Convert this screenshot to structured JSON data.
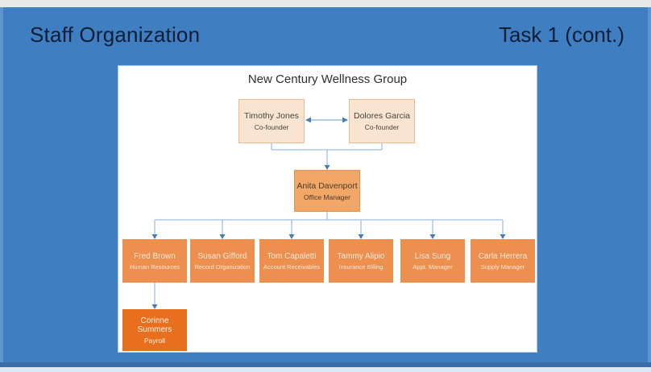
{
  "slide": {
    "title": "Staff Organization",
    "task_label": "Task 1 (cont.)"
  },
  "org_chart": {
    "title": "New Century Wellness Group",
    "founders": [
      {
        "name": "Timothy Jones",
        "role": "Co-founder"
      },
      {
        "name": "Dolores Garcia",
        "role": "Co-founder"
      }
    ],
    "manager": {
      "name": "Anita Davenport",
      "role": "Office Manager"
    },
    "staff": [
      {
        "name": "Fred Brown",
        "role": "Human Resources"
      },
      {
        "name": "Susan Gifford",
        "role": "Record Organization"
      },
      {
        "name": "Tom Capaletti",
        "role": "Account Receivables"
      },
      {
        "name": "Tammy Alipio",
        "role": "Insurance Billing"
      },
      {
        "name": "Lisa Sung",
        "role": "Appt. Manager"
      },
      {
        "name": "Carla Herrera",
        "role": "Supply Manager"
      }
    ],
    "payroll_report": {
      "name": "Corinne Summers",
      "role": "Payroll"
    }
  },
  "colors": {
    "slide_background": "#3f7ec1",
    "top_bar": "#e8e8e8",
    "bottom_strip": "#dce8f4",
    "canvas_background": "#ffffff",
    "founder_fill": "#f9e4d2",
    "founder_border": "#eebb90",
    "manager_fill": "#f3a767",
    "staff_fill": "#ec8f4f",
    "payroll_fill": "#e76f1e",
    "connector_line": "#86afdc",
    "connector_arrow": "#4a7cb5",
    "title_text": "#0d1f36"
  }
}
